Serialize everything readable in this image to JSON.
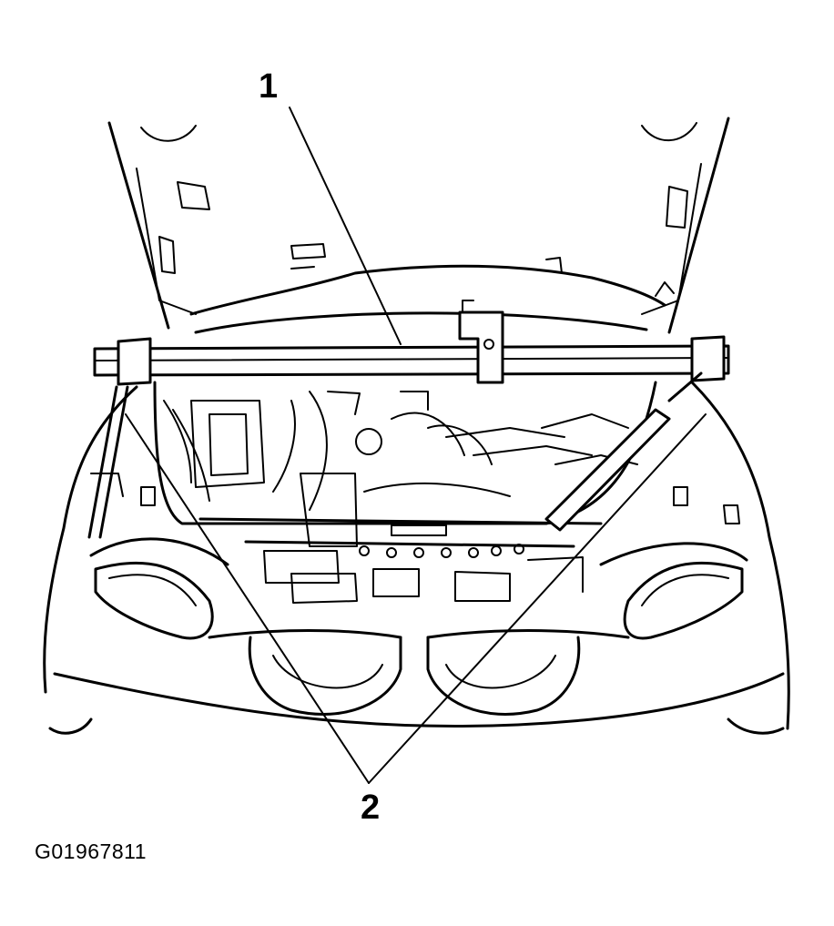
{
  "diagram": {
    "callouts": [
      {
        "id": "1",
        "label": "1"
      },
      {
        "id": "2",
        "label": "2"
      }
    ],
    "figure_id": "G01967811"
  },
  "colors": {
    "line": "#000000",
    "background": "#ffffff"
  }
}
